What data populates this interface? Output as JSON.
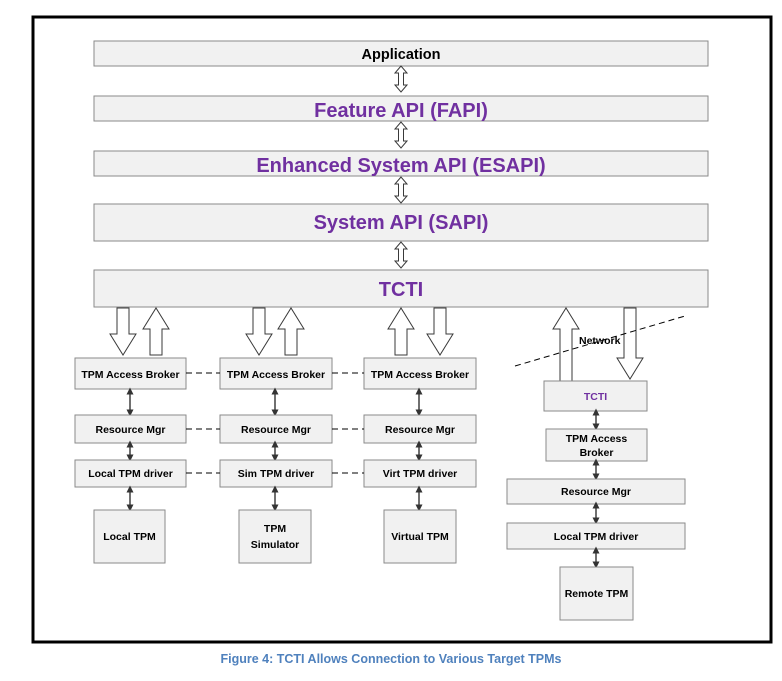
{
  "layers": {
    "application": "Application",
    "fapi": "Feature API (FAPI)",
    "esapi": "Enhanced System API (ESAPI)",
    "sapi": "System API (SAPI)",
    "tcti": "TCTI"
  },
  "local_stack": {
    "broker": "TPM Access Broker",
    "resource_mgr": "Resource Mgr",
    "driver": "Local TPM driver",
    "tpm": "Local TPM"
  },
  "sim_stack": {
    "broker": "TPM Access Broker",
    "resource_mgr": "Resource Mgr",
    "driver": "Sim TPM driver",
    "tpm_line1": "TPM",
    "tpm_line2": "Simulator"
  },
  "virt_stack": {
    "broker": "TPM Access Broker",
    "resource_mgr": "Resource Mgr",
    "driver": "Virt TPM driver",
    "tpm": "Virtual TPM"
  },
  "remote_stack": {
    "network": "Network",
    "tcti": "TCTI",
    "broker_line1": "TPM Access",
    "broker_line2": "Broker",
    "resource_mgr": "Resource Mgr",
    "driver": "Local TPM driver",
    "tpm": "Remote TPM"
  },
  "caption": "Figure 4: TCTI Allows Connection to Various Target TPMs",
  "colors": {
    "api_text": "#7030a0",
    "caption": "#4f81bd",
    "box_fill": "#f1f1f1",
    "frame": "#000000"
  }
}
